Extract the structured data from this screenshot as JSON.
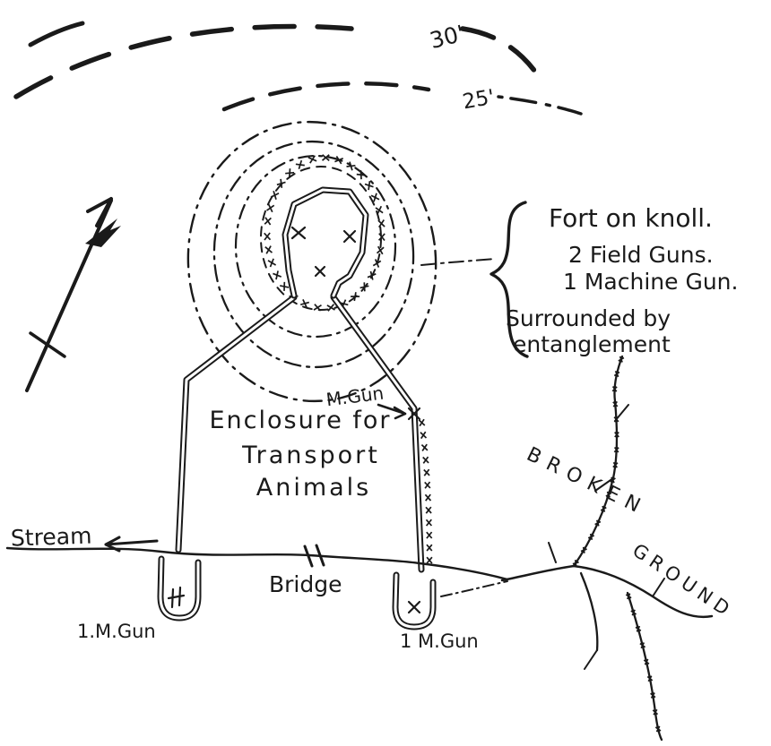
{
  "map": {
    "contours": {
      "label_30": "30'",
      "label_25": "25'"
    },
    "fort_annotation": {
      "line1": "Fort on knoll.",
      "line2": "2 Field Guns.",
      "line3": "1 Machine Gun.",
      "line4": "Surrounded by",
      "line5": "entanglement"
    },
    "labels": {
      "mgun_wall": "M.Gun",
      "enclosure1": "Enclosure for",
      "enclosure2": "Transport",
      "enclosure3": "Animals",
      "stream": "Stream",
      "bridge": "Bridge",
      "gun_left": "1.M.Gun",
      "gun_right": "1 M.Gun",
      "broken": "BROKEN",
      "ground": "GROUND"
    },
    "colors": {
      "ink": "#1a1a1a",
      "paper": "#ffffff"
    }
  }
}
